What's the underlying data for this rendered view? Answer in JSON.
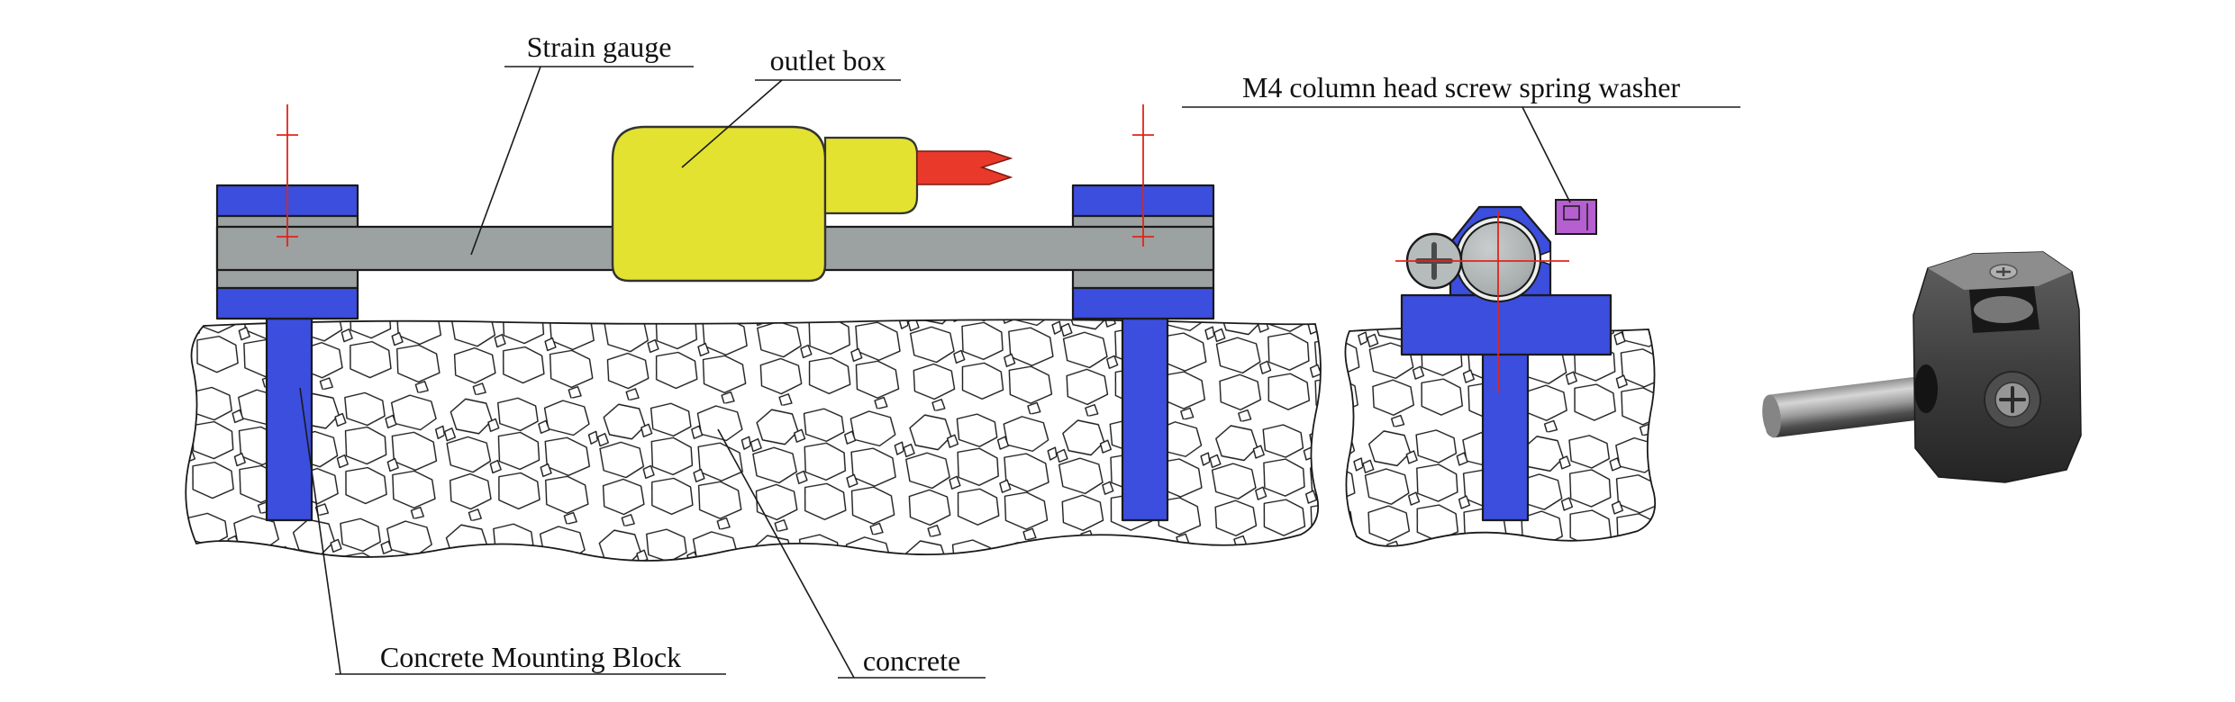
{
  "figure": {
    "type": "technical-diagram",
    "labels": {
      "strain_gauge": "Strain gauge",
      "outlet_box": "outlet box",
      "m4_screw_washer": "M4 column head screw spring washer",
      "concrete_mounting_block": "Concrete Mounting Block",
      "concrete": "concrete"
    },
    "colors": {
      "block_blue": "#3b4ede",
      "gauge_gray": "#9ca1a1",
      "outlet_yellow": "#e3e231",
      "cable_red": "#e8392b",
      "washer_purple": "#b55fd0",
      "centerline_red": "#e0241c",
      "line_dark": "#1a1a1a"
    }
  }
}
